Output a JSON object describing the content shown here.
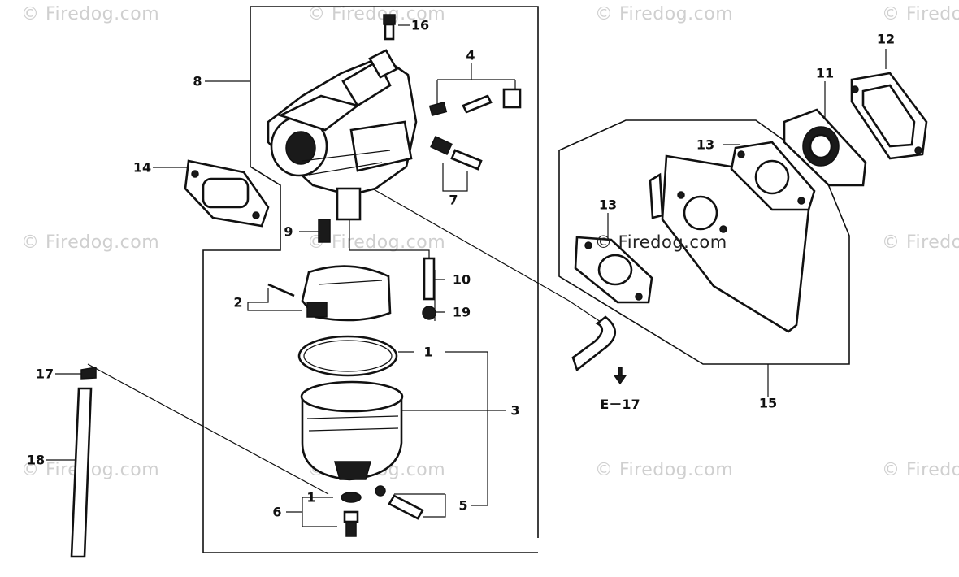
{
  "watermarks": {
    "text": "© Firedog.com",
    "partial": "© Firedo",
    "center": "© Firedog.com"
  },
  "callouts": {
    "c1a": "1",
    "c1b": "1",
    "c2": "2",
    "c3": "3",
    "c4": "4",
    "c5": "5",
    "c6": "6",
    "c7": "7",
    "c8": "8",
    "c9": "9",
    "c10": "10",
    "c11": "11",
    "c12": "12",
    "c13a": "13",
    "c13b": "13",
    "c14": "14",
    "c15": "15",
    "c16": "16",
    "c17": "17",
    "c18": "18",
    "c19": "19"
  },
  "reference": {
    "arrow_label": "E－17"
  }
}
